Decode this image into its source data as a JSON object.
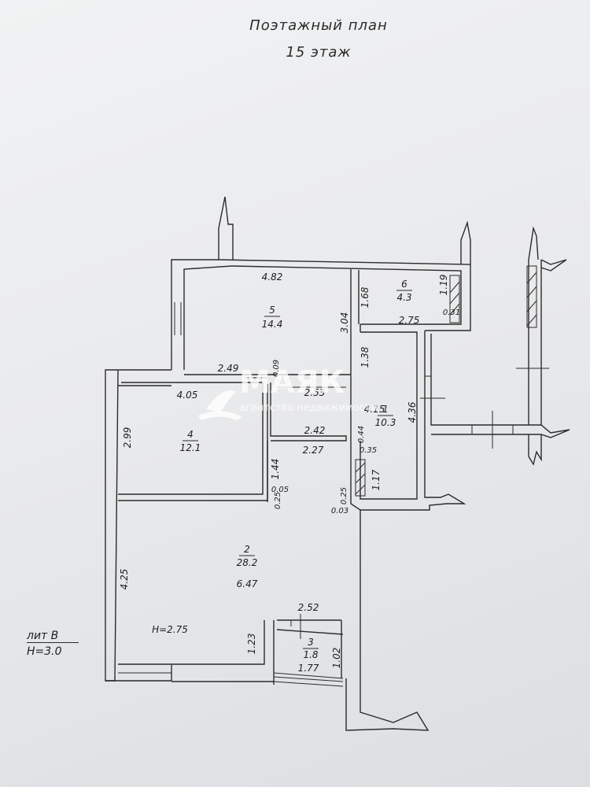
{
  "header": {
    "title": "Поэтажный план",
    "subtitle": "15 этаж"
  },
  "building": {
    "lit": "лит В",
    "height": "H=3.0"
  },
  "watermark": {
    "brand": "МАЯК",
    "tagline": "агентство недвижимости"
  },
  "rooms": [
    {
      "number": "1",
      "area": "10.3"
    },
    {
      "number": "2",
      "area": "28.2"
    },
    {
      "number": "3",
      "area": "1.8"
    },
    {
      "number": "4",
      "area": "12.1"
    },
    {
      "number": "5",
      "area": "14.4"
    },
    {
      "number": "6",
      "area": "4.3"
    }
  ],
  "room_height": "H=2.75",
  "dimensions": {
    "r5_width": "4.82",
    "r5_depth": "3.04",
    "r5_bottom": "2.49",
    "r6_depth": "1.68",
    "r6_vent": "1.19",
    "r6_width": "2.75",
    "r6_wall": "0.31",
    "r1_upper": "1.38",
    "r1_depth": "4.36",
    "r1_width": "4.15",
    "r1_vent_a": "0.44",
    "r1_vent_b": "0.35",
    "r1_lower": "1.17",
    "wall_009": "0.09",
    "corr_top": "2.53",
    "corr_mid": "2.42",
    "corr_low": "2.27",
    "r4_width": "4.05",
    "r4_depth": "2.99",
    "r4_stub": "1.44",
    "r4_a": "0.25",
    "r4_b": "0.05",
    "r2_a": "0.25",
    "r2_b": "0.03",
    "r2_depth": "4.25",
    "r2_length": "6.47",
    "r2_bottom": "1.23",
    "r3_top": "2.52",
    "r3_depth": "1.02",
    "r3_width": "1.77"
  },
  "colors": {
    "paper": "#eceded",
    "ink": "#2b2b2b",
    "watermark": "#ffffff"
  }
}
